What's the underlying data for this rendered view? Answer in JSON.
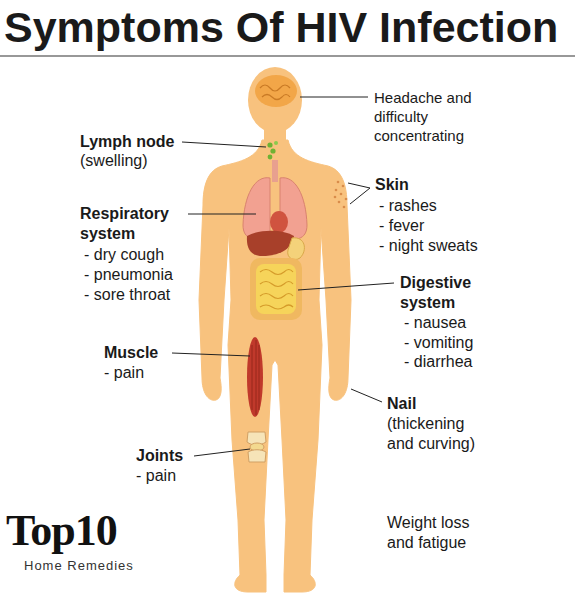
{
  "diagram": {
    "title": "Symptoms Of HIV Infection",
    "labels": [
      "Headache and difficulty concentrating",
      "Lymph node",
      "(swelling)",
      "Skin",
      "- rashes",
      "- fever",
      "- night sweats",
      "Respiratory system",
      "- dry cough",
      "- pneumonia",
      "- sore throat",
      "Digestive system",
      "- nausea",
      "- vomiting",
      "- diarrhea",
      "Muscle",
      "- pain",
      "Nail",
      "(thickening and curving)",
      "Joints",
      "- pain",
      "Weight loss and fatigue",
      "Top10",
      "Home Remedies"
    ]
  }
}
